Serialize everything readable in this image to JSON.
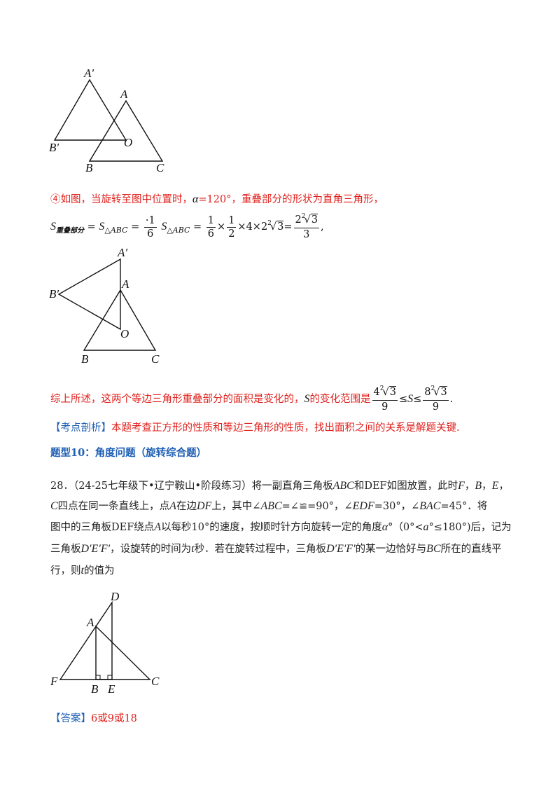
{
  "figure1": {
    "labels": {
      "A_prime": "A′",
      "A": "A",
      "B_prime": "B′",
      "O": "O",
      "B": "B",
      "C": "C"
    }
  },
  "case4": {
    "text_a": "④如图，当旋转至图中位置时，",
    "alpha": "α",
    "eq_120": "=120°，重叠部分的形状为直角三角形，",
    "formula": {
      "S": "S",
      "S_sub": "重叠部分",
      "eq1": "=",
      "S_tri": "S",
      "tri_sub": "△ABC",
      "eq2": "=",
      "frac1_num": "·1",
      "frac1_den": "6",
      "S_tri2": "S",
      "tri_sub2": "△ABC",
      "eq3": "=",
      "frac2_num": "1",
      "frac2_den": "6",
      "times1": "×",
      "frac3_num": "1",
      "frac3_den": "2",
      "times_rest": "×4×2",
      "root_idx": "2",
      "root_rad": "3",
      "eq4": "=",
      "res_coef": "2",
      "res_idx": "2",
      "res_rad": "3",
      "res_den": "3",
      "tail": ","
    }
  },
  "figure2": {
    "labels": {
      "A_prime": "A′",
      "A": "A",
      "B_prime": "B′",
      "O": "O",
      "B": "B",
      "C": "C"
    }
  },
  "summary": {
    "text": "综上所述，这两个等边三角形重叠部分的面积是变化的，",
    "S": "S",
    "text2": "的变化范围是",
    "low_coef": "4",
    "low_idx": "2",
    "low_rad": "3",
    "low_den": "9",
    "le1": "≤",
    "S2": "S",
    "le2": "≤",
    "high_coef": "8",
    "high_idx": "2",
    "high_rad": "3",
    "high_den": "9",
    "end": "."
  },
  "analysis": {
    "tag": "【考点剖析】",
    "text": "本题考查正方形的性质和等边三角形的性质，找出面积之间的关系是解题关键."
  },
  "section_title": "题型10：角度问题（旋转综合题）",
  "problem": {
    "line1_a": "28．（24-25七年级下•辽宁鞍山•阶段练习）将一副直角三角板",
    "ABC": "ABC",
    "line1_b": "和DEF如图放置，此时",
    "F": "F",
    "comma1": "，",
    "B": "B",
    "comma2": "，",
    "E": "E",
    "comma3": "，",
    "line2_C": "C",
    "line2_a": "四点在同一条直线上，点",
    "line2_A": "A",
    "line2_b": "在边",
    "line2_DF": "DF",
    "line2_c": "上，其中∠",
    "line2_ABC": "ABC",
    "line2_d": "=∠≌=90°，∠",
    "line2_EDF": "EDF",
    "line2_e": "=30°，∠",
    "line2_BAC": "BAC",
    "line2_f": "=45°．将",
    "line3_a": "图中的三角板DEF绕点",
    "line3_A": "A",
    "line3_b": "以每秒10°的速度，按顺时针方向旋转一定的角度",
    "line3_alpha": "α",
    "line3_c": "°（0°<",
    "line3_alpha2": "a",
    "line3_d": "°≤180°)后，记为",
    "line4_a": "三角板",
    "line4_DEF": "D′E′F′",
    "line4_b": "，设旋转的时间为",
    "line4_t": "t",
    "line4_c": "秒．若在旋转过程中，三角板",
    "line4_DEF2": "D′E′F′",
    "line4_d": "的某一边恰好与",
    "line4_BC": "BC",
    "line4_e": "所在的直线平",
    "line5_a": "行，则",
    "line5_t": "t",
    "line5_b": "的值为"
  },
  "figure3": {
    "labels": {
      "D": "D",
      "A": "A",
      "F": "F",
      "B": "B",
      "E": "E",
      "C": "C"
    }
  },
  "answer": {
    "tag": "【答案】",
    "value": "6或9或18"
  },
  "colors": {
    "red": "#e0201c",
    "blue": "#1f5fb4",
    "text": "#222222"
  }
}
